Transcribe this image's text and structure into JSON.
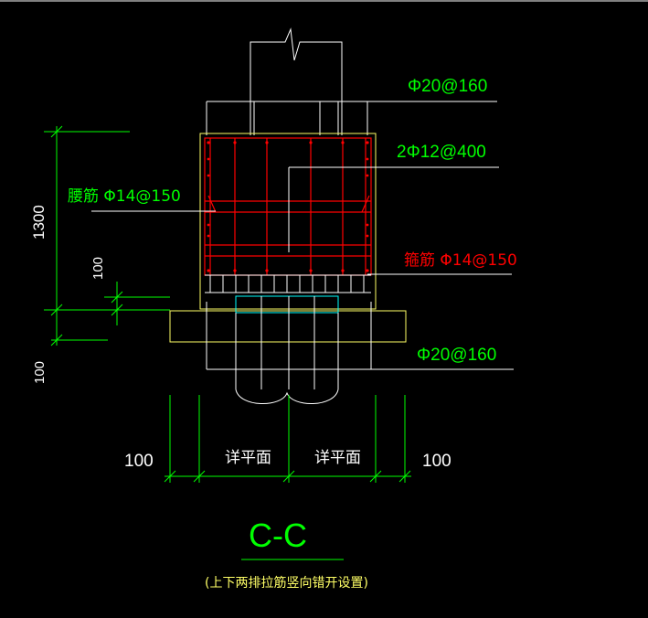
{
  "colors": {
    "background": "#000000",
    "outline": "#ffffff",
    "rebar": "#ff0000",
    "dimension": "#00ff00",
    "text_green": "#00ff00",
    "text_red": "#ff0000",
    "text_white": "#ffffff",
    "cap": "#ffff00",
    "pile_top": "#00ffff",
    "title": "#00ff00",
    "subtitle": "#ffff66"
  },
  "labels": {
    "top_bar": "Φ20@160",
    "stirrup_legs": "2Φ12@400",
    "waist_bar": "腰筋 Φ14@150",
    "stirrup": "箍筋 Φ14@150",
    "bottom_bar": "Φ20@160"
  },
  "dimensions": {
    "height_total": "1300",
    "height_cover": "100",
    "height_bottom": "100",
    "left_edge": "100",
    "left_span": "详平面",
    "right_span": "详平面",
    "right_edge": "100"
  },
  "title": {
    "section": "C-C",
    "note": "(上下两排拉筋竖向错开设置)"
  }
}
